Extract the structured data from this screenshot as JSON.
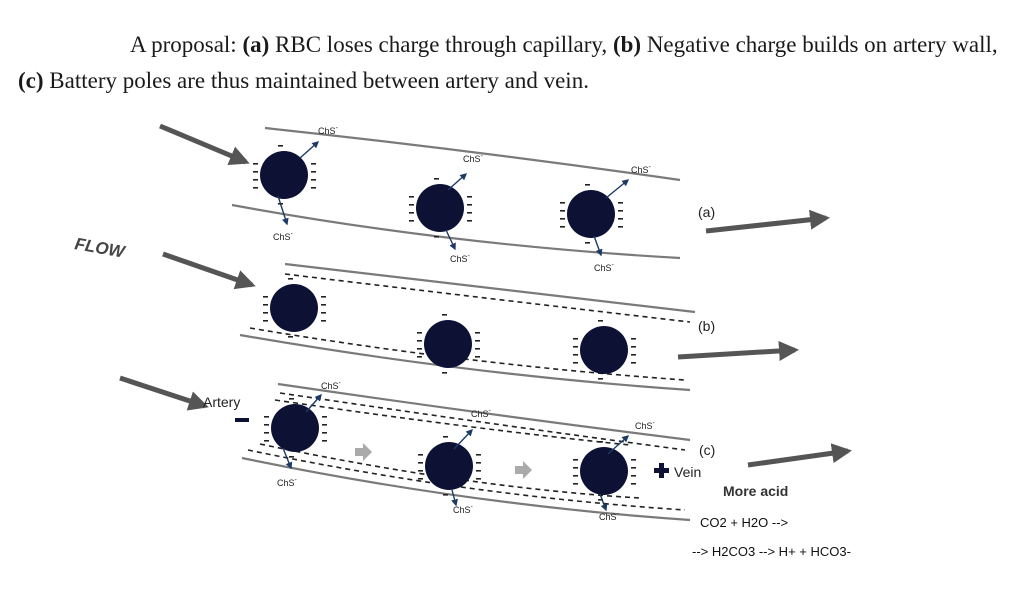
{
  "caption": {
    "prefix": "A proposal: ",
    "part_a_label": "(a)",
    "part_a_text": " RBC loses charge through capillary, ",
    "part_b_label": "(b)",
    "part_b_text": " Negative charge builds on artery wall, ",
    "part_c_label": "(c)",
    "part_c_text": " Battery poles are thus maintained between artery and vein."
  },
  "diagram": {
    "flow_label": "FLOW",
    "panel_labels": [
      "(a)",
      "(b)",
      "(c)"
    ],
    "ion_label": "ChS",
    "ion_charge": "-",
    "artery_label": "Artery",
    "vein_label": "Vein",
    "minus_sign": "−",
    "plus_sign": "+",
    "acid_title": "More acid",
    "eq_line1": "CO2 + H2O -->",
    "eq_line2": "--> H2CO3 --> H+ + HCO3-"
  },
  "colors": {
    "cell": "#0d1235",
    "arrow": "#555555",
    "vessel": "#7a7a7a",
    "charge_line": "#222222",
    "ion_arrow": "#1c3a66",
    "small_arrow": "#aaaaaa"
  }
}
